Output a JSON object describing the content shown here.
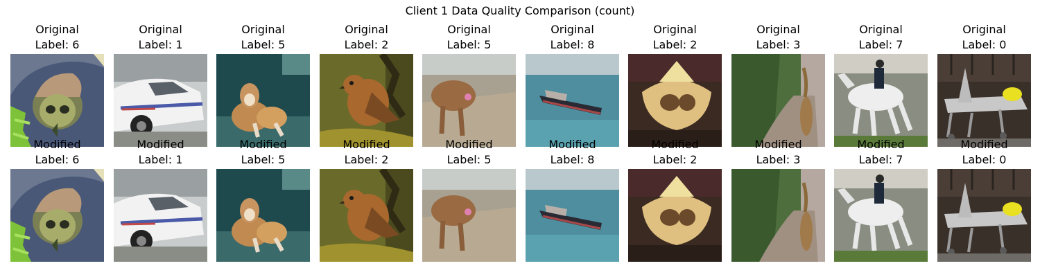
{
  "title": "Client 1 Data Quality Comparison (count)",
  "rows": [
    {
      "caption_prefix": "Original",
      "panels": [
        {
          "label": "Label: 6",
          "subject": "frog"
        },
        {
          "label": "Label: 1",
          "subject": "car"
        },
        {
          "label": "Label: 5",
          "subject": "dog"
        },
        {
          "label": "Label: 2",
          "subject": "bird"
        },
        {
          "label": "Label: 5",
          "subject": "dog"
        },
        {
          "label": "Label: 8",
          "subject": "ship"
        },
        {
          "label": "Label: 2",
          "subject": "bird"
        },
        {
          "label": "Label: 3",
          "subject": "cat"
        },
        {
          "label": "Label: 7",
          "subject": "horse"
        },
        {
          "label": "Label: 0",
          "subject": "airplane"
        }
      ]
    },
    {
      "caption_prefix": "Modified",
      "panels": [
        {
          "label": "Label: 6",
          "subject": "frog"
        },
        {
          "label": "Label: 1",
          "subject": "car"
        },
        {
          "label": "Label: 5",
          "subject": "dog"
        },
        {
          "label": "Label: 2",
          "subject": "bird"
        },
        {
          "label": "Label: 5",
          "subject": "dog"
        },
        {
          "label": "Label: 8",
          "subject": "ship"
        },
        {
          "label": "Label: 2",
          "subject": "bird"
        },
        {
          "label": "Label: 3",
          "subject": "cat"
        },
        {
          "label": "Label: 7",
          "subject": "horse"
        },
        {
          "label": "Label: 0",
          "subject": "airplane"
        }
      ]
    }
  ]
}
